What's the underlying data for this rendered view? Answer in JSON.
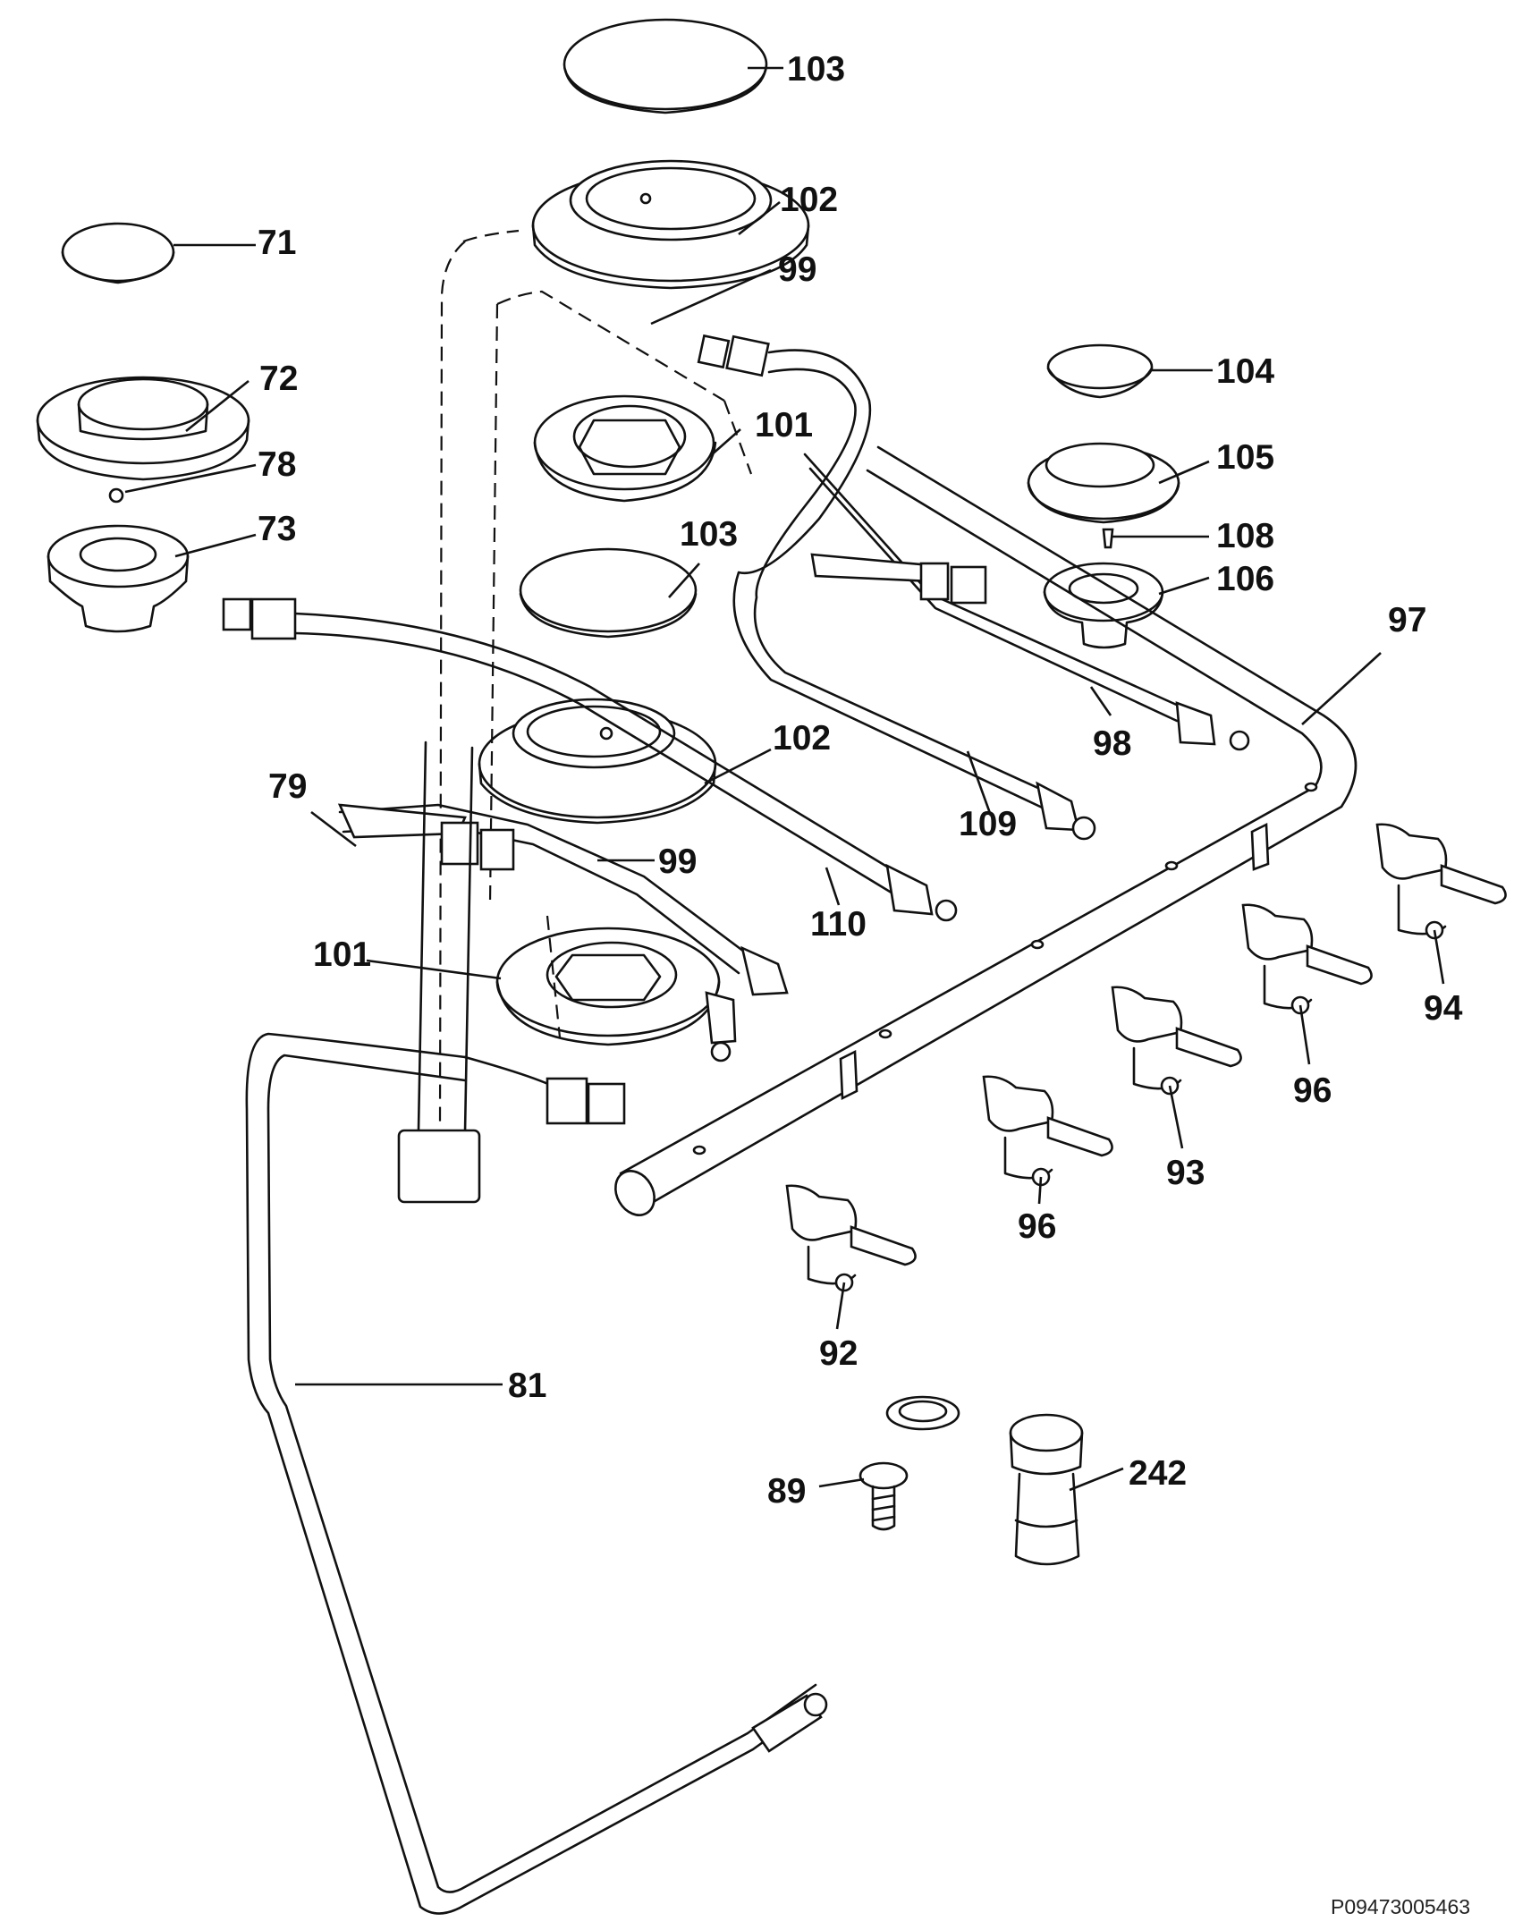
{
  "diagram": {
    "callouts": {
      "c103a": "103",
      "c102a": "102",
      "c99a": "99",
      "c71": "71",
      "c72": "72",
      "c78": "78",
      "c73": "73",
      "c101a": "101",
      "c104": "104",
      "c105": "105",
      "c108": "108",
      "c106": "106",
      "c103b": "103",
      "c97": "97",
      "c98": "98",
      "c102b": "102",
      "c79": "79",
      "c109": "109",
      "c99b": "99",
      "c110": "110",
      "c101b": "101",
      "c94": "94",
      "c96a": "96",
      "c93": "93",
      "c96b": "96",
      "c92": "92",
      "c81": "81",
      "c89": "89",
      "c242": "242"
    },
    "reference_code": "P09473005463"
  }
}
